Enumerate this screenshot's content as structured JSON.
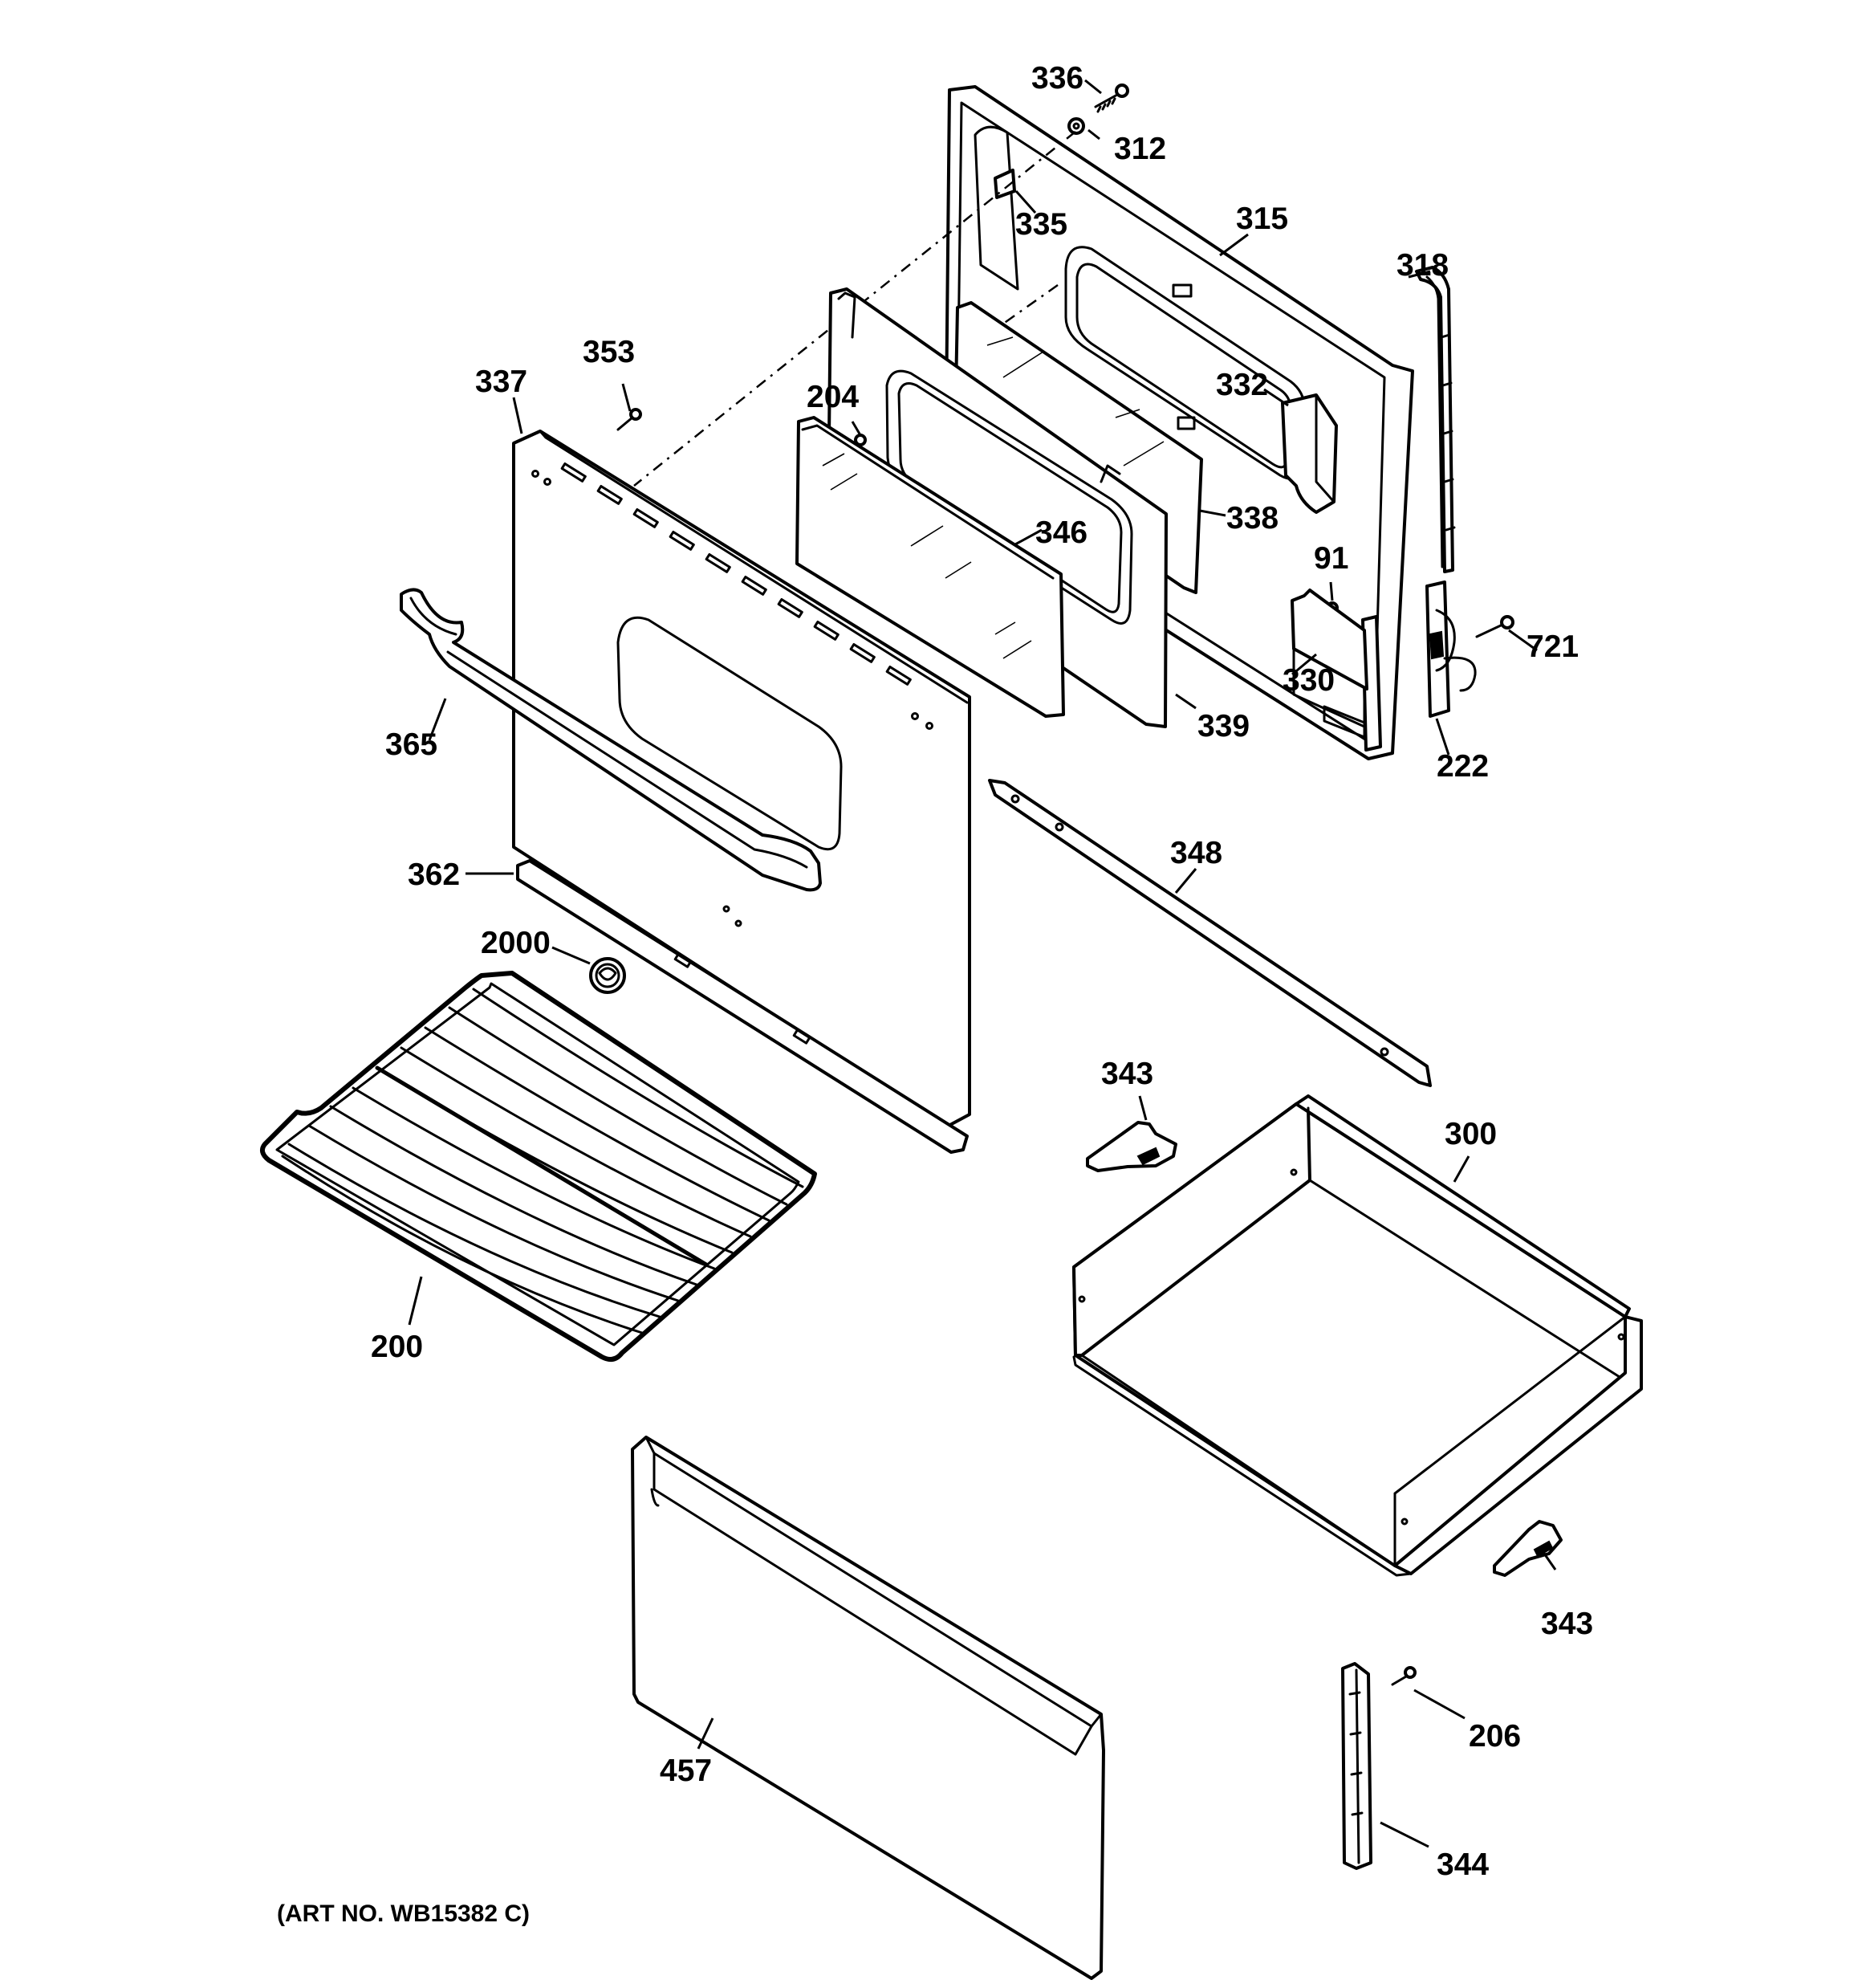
{
  "diagram": {
    "art_number": "(ART NO. WB15382 C)",
    "callouts": {
      "c336": "336",
      "c312": "312",
      "c335": "335",
      "c315": "315",
      "c318": "318",
      "c353": "353",
      "c337": "337",
      "c204": "204",
      "c332": "332",
      "c346": "346",
      "c338": "338",
      "c91": "91",
      "c721": "721",
      "c365": "365",
      "c330": "330",
      "c339": "339",
      "c222": "222",
      "c348": "348",
      "c362": "362",
      "c2000": "2000",
      "c343a": "343",
      "c300": "300",
      "c200": "200",
      "c343b": "343",
      "c206": "206",
      "c457": "457",
      "c344": "344"
    }
  }
}
